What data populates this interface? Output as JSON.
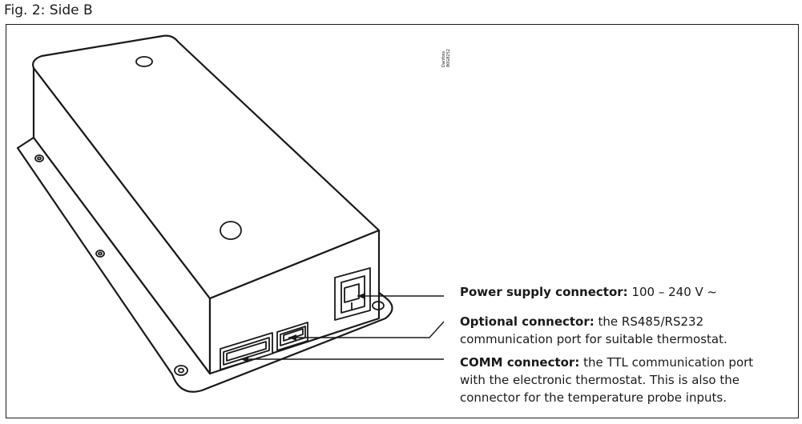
{
  "figure": {
    "title": "Fig. 2: Side B",
    "reference": {
      "line1": "Danfoss",
      "line2": "80G8252"
    }
  },
  "callouts": [
    {
      "label": "Power supply connector:",
      "lines": [
        " 100 – 240 V ~"
      ]
    },
    {
      "label": "Optional connector:",
      "lines": [
        " the RS485/RS232",
        "communication port for suitable thermostat."
      ]
    },
    {
      "label": "COMM connector:",
      "lines": [
        " the TTL communication port",
        "with the electronic thermostat. This is also the",
        "connector for the temperature probe inputs."
      ]
    }
  ]
}
